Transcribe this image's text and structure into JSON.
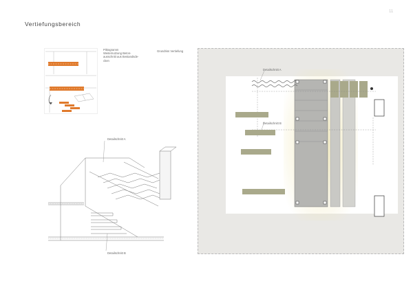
{
  "page": {
    "title": "Vertiefungsbereich",
    "page_number": "11"
  },
  "annotations": {
    "pictogram_lines": [
      "Piktogramm",
      "Weiternutzung Beton-",
      "ausschnitt aus Bestandsde-",
      "cken"
    ],
    "plan_title": "Grundriss Vertiefung",
    "section_a": "Detailschnitt A",
    "section_b": "Detailschnitt B",
    "axo_section_a": "Detailschnitt A",
    "axo_section_b": "Detailschnitt B"
  },
  "colors": {
    "concrete_orange": "#e07a2c",
    "plan_background": "#e9e8e5",
    "glow_yellow": "#f1e8b8",
    "stair_gray": "#b5b5b2",
    "green_panel": "#a9a98b"
  }
}
